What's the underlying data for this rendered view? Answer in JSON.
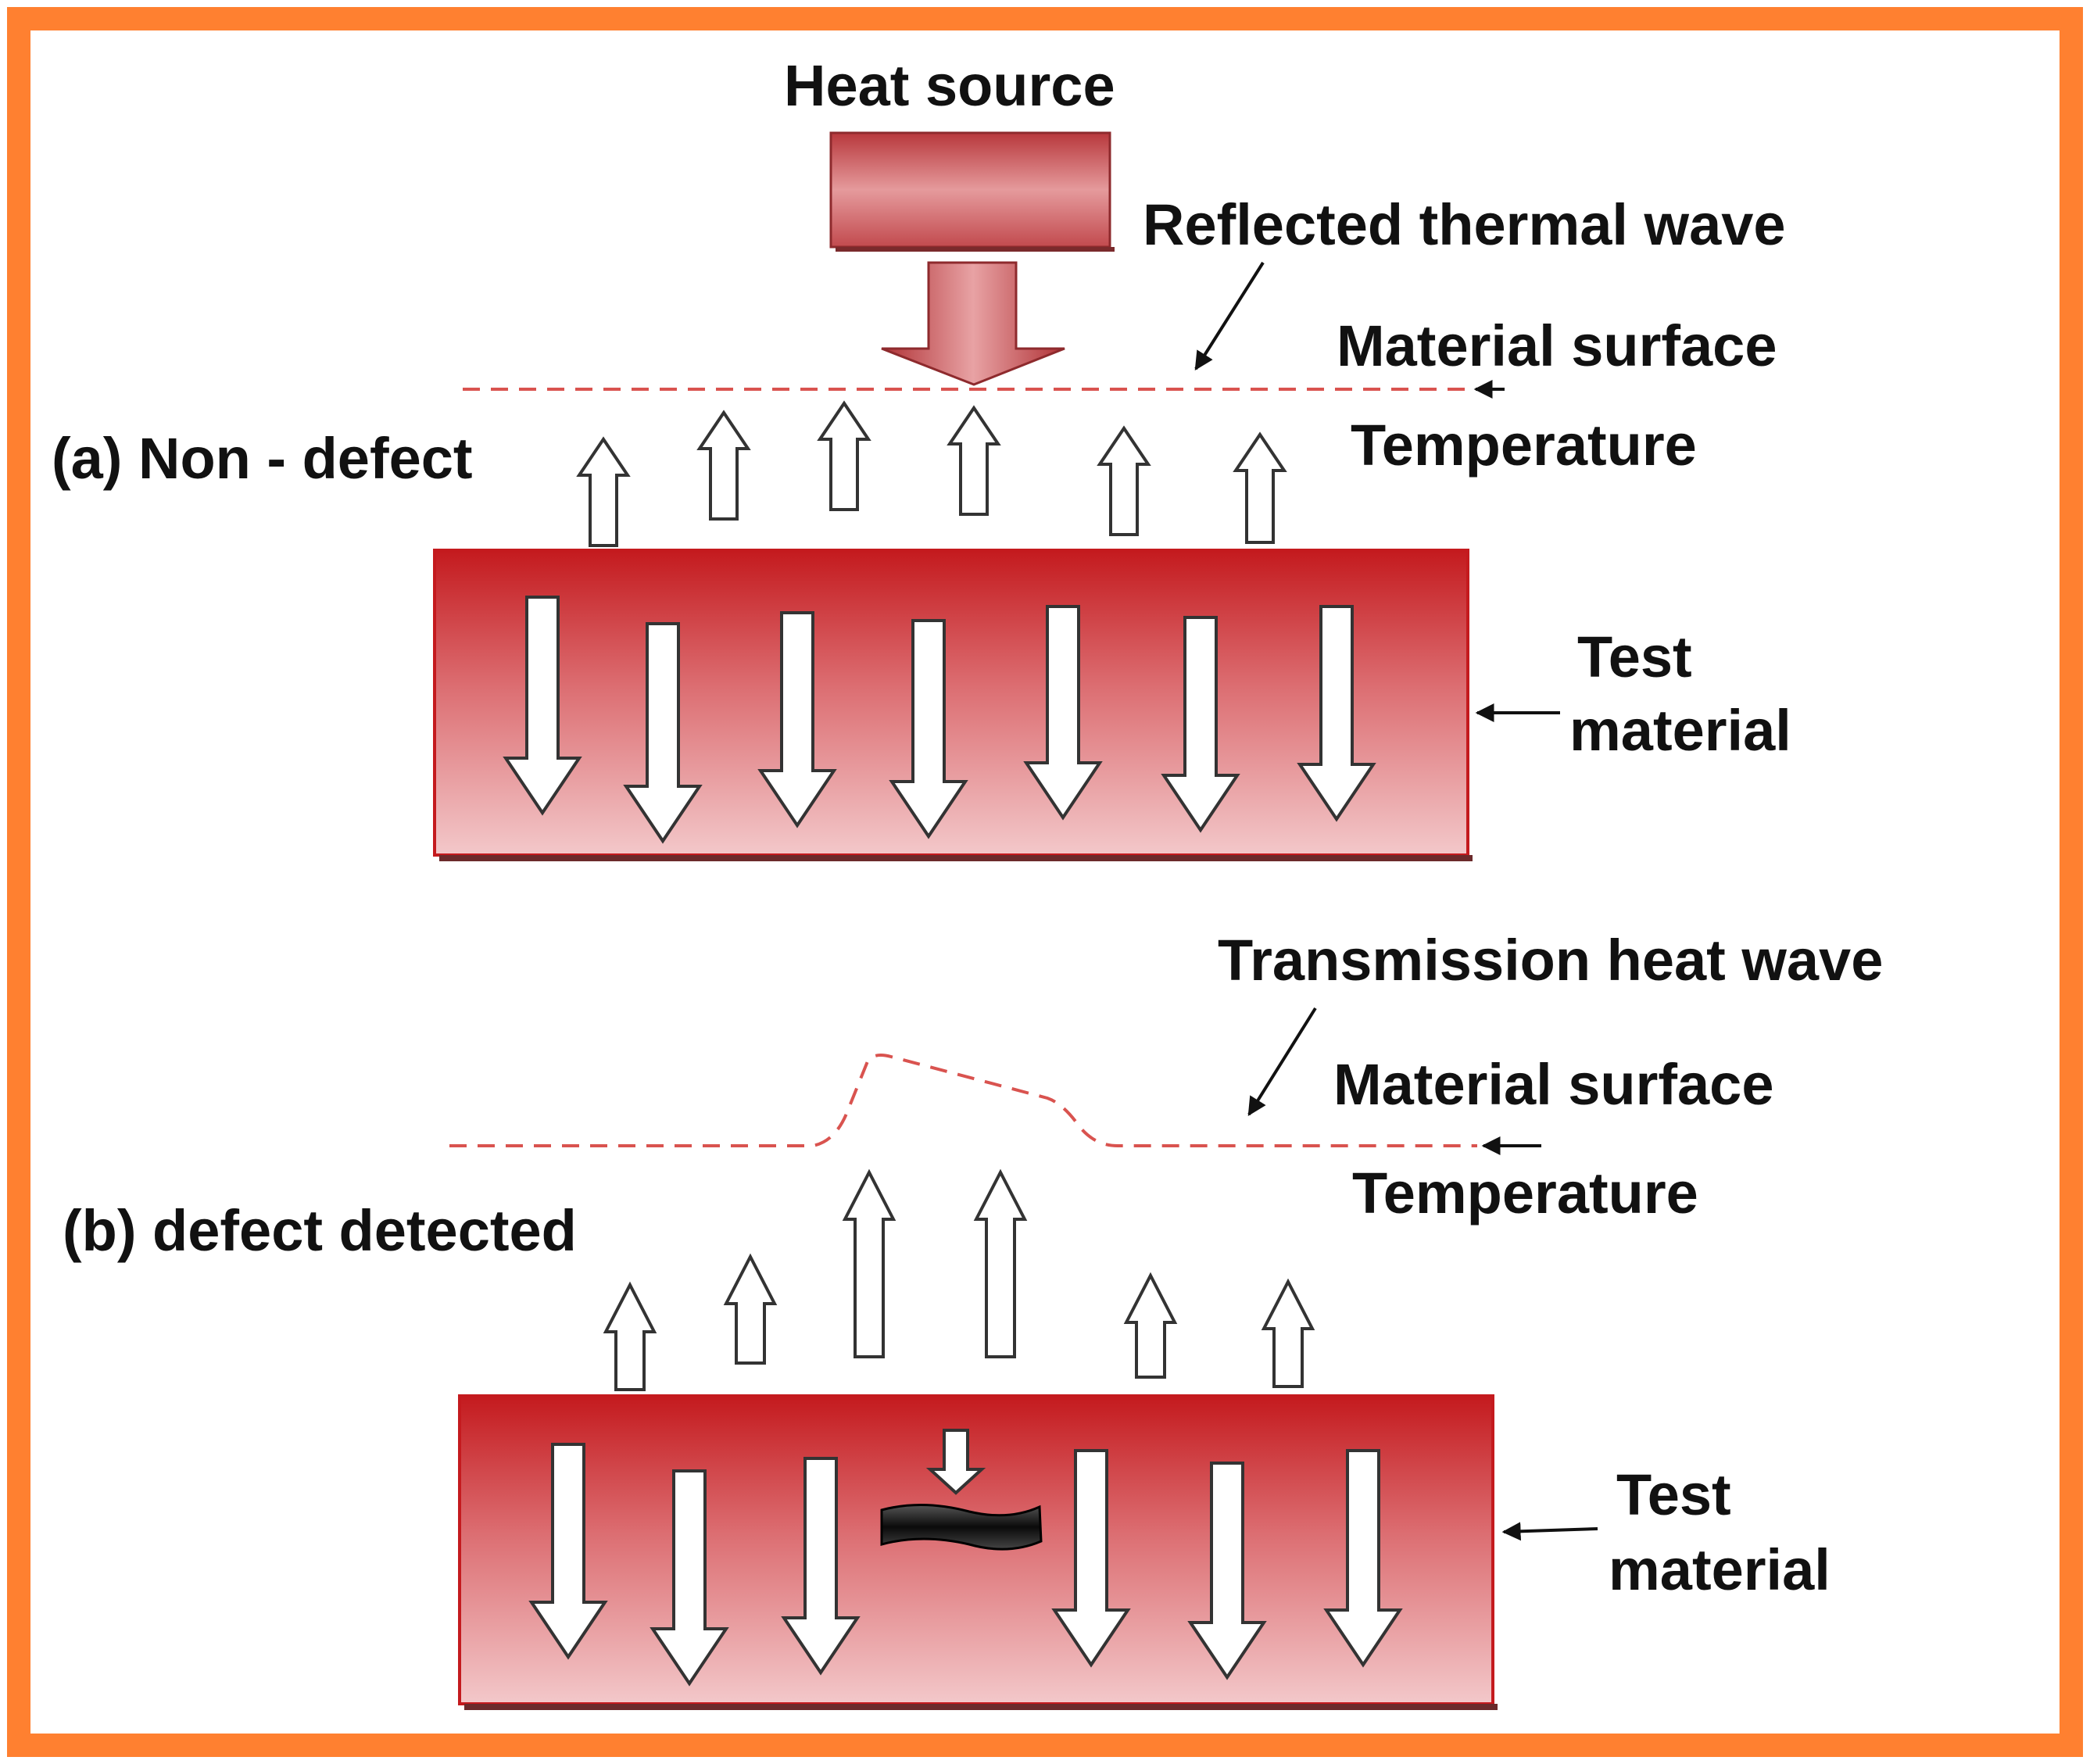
{
  "colors": {
    "frame": "#FF8030",
    "block_top": "#C41A1E",
    "block_bottom": "#F2C6C8",
    "surface_line": "#D9534F",
    "arrow_fill": "#FFFFFF",
    "arrow_stroke": "#333333",
    "defect": "#1A1A1A"
  },
  "heat_source": {
    "label": "Heat source"
  },
  "panel_a": {
    "title": "(a) Non - defect",
    "wave_label": "Reflected thermal wave",
    "surface_label": "Material surface",
    "temperature_label": "Temperature",
    "material_label_1": "Test",
    "material_label_2": "material"
  },
  "panel_b": {
    "title": "(b) defect detected",
    "wave_label": "Transmission heat wave",
    "surface_label": "Material surface",
    "temperature_label": "Temperature",
    "material_label_1": "Test",
    "material_label_2": "material"
  }
}
